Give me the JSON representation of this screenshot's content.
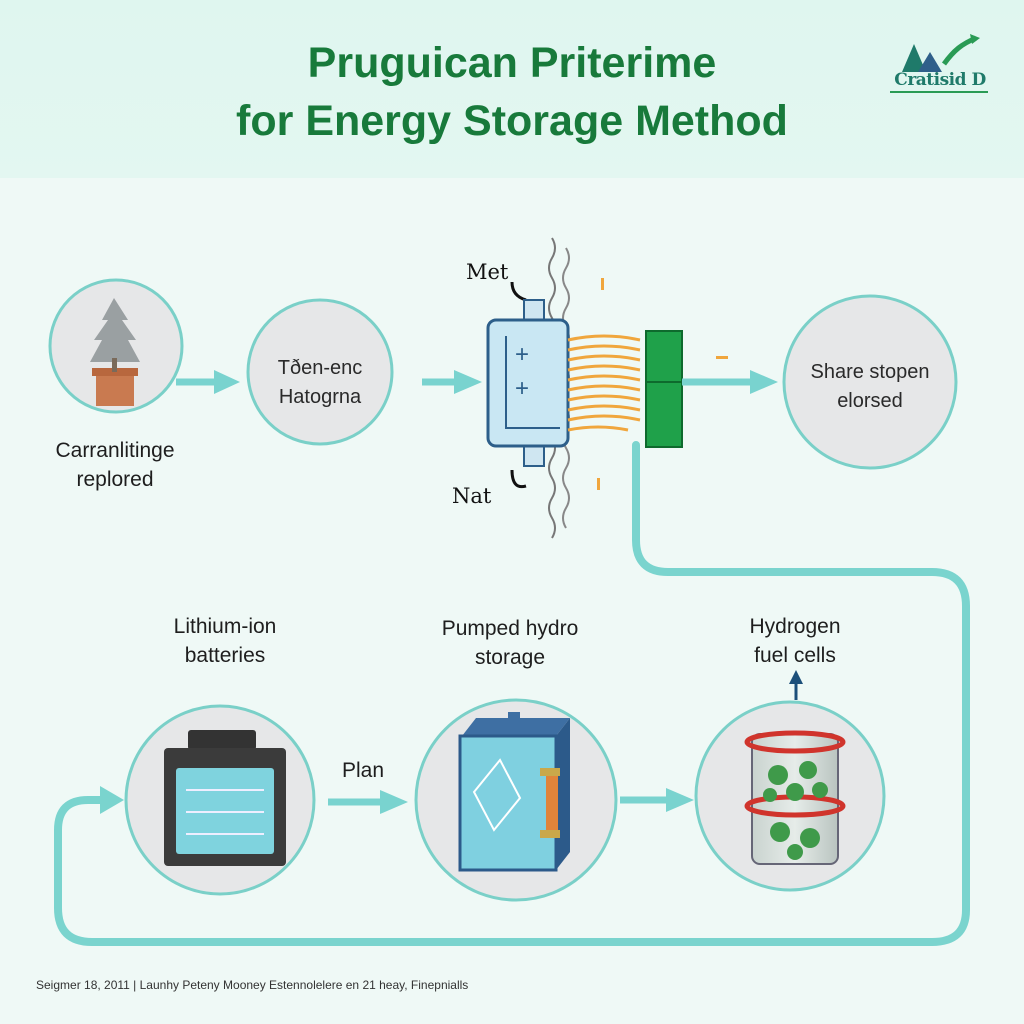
{
  "header": {
    "title_line1": "Pruguican Priterime",
    "title_line2": "for Energy Storage Method",
    "logo_text": "Cratisid D"
  },
  "top_row": {
    "left_caption": "Carranlitinge\nreplored",
    "circle2_line1": "Tðen-enc",
    "circle2_line2": "Hatogrna",
    "battery_top_label": "Met",
    "battery_bottom_label": "Nat",
    "battery_plus1": "+",
    "battery_plus2": "+",
    "circle4_line1": "Share stopen",
    "circle4_line2": "elorsed"
  },
  "bottom_row": {
    "lithium_label_line1": "Lithium-ion",
    "lithium_label_line2": "batteries",
    "pumped_label_line1": "Pumped hydro",
    "pumped_label_line2": "storage",
    "hydrogen_label_line1": "Hydrogen",
    "hydrogen_label_line2": "fuel cells",
    "arrow_label": "Plan"
  },
  "footer": {
    "text": "Seigmer 18, 2011  |  Launhy Peteny Mooney Estennolelere en 21 heay, Finepnialls"
  },
  "colors": {
    "title_green": "#187a3b",
    "teal_arrow": "#79d3cf",
    "circle_fill": "#e6e7e8",
    "circle_stroke": "#7ad0c8",
    "battery_blue": "#c9e7f3",
    "green_block": "#1fa14a"
  }
}
